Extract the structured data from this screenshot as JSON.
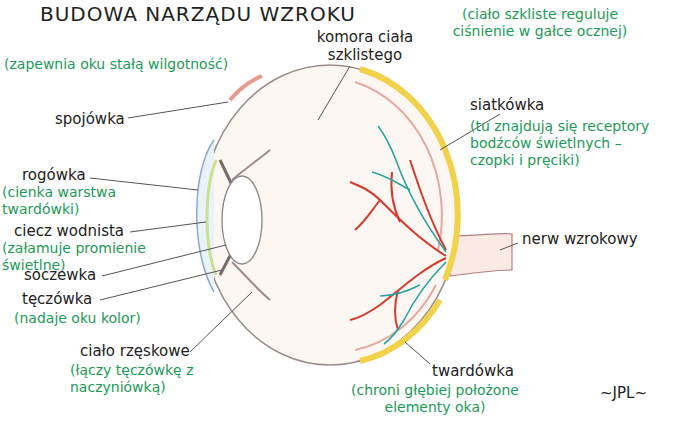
{
  "diagram": {
    "title": "BUDOWA NARZĄDU WZROKU",
    "labels": [
      "komora ciała szklistego",
      "(ciało szkliste reguluje ciśnienie w gałce ocznej)",
      "(zapewnia oku stałą wilgotność)",
      "spojówka",
      "siatkówka",
      "(tu znajdują się receptory bodźców świetlnych – czopki i pręciki)",
      "rogówka",
      "(cienka warstwa twardówki)",
      "ciecz wodnista",
      "(załamuje promienie świetlne)",
      "soczewka",
      "tęczówka",
      "(nadaje oku kolor)",
      "ciało rzęskowe",
      "(łączy tęczówkę z naczyniówką)",
      "nerw wzrokowy",
      "twardówka",
      "(chroni głębiej położone elementy oka)",
      "~JPL~"
    ]
  }
}
